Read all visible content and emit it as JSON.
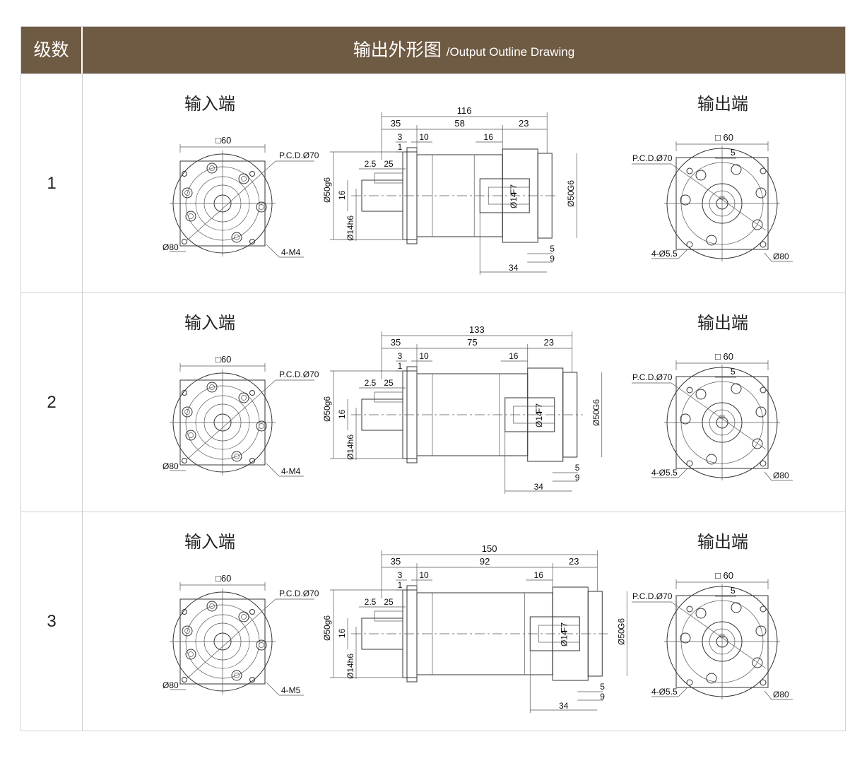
{
  "header": {
    "stage_label": "级数",
    "title_cn": "输出外形图",
    "title_en": "/Output Outline Drawing"
  },
  "rows": [
    {
      "stage": "1",
      "input_label": "输入端",
      "output_label": "输出端",
      "input_dims": {
        "square": "□60",
        "pcd": "P.C.D.Ø70",
        "dia": "Ø80",
        "thread": "4-M4"
      },
      "side_dims": {
        "total": "116",
        "d35": "35",
        "mid": "58",
        "d23": "23",
        "d3": "3",
        "d1": "1",
        "d10": "10",
        "d16": "16",
        "d25": "25",
        "d2_5": "2.5",
        "flange": "Ø50g6",
        "d16v": "16",
        "shaft": "Ø14h6",
        "bore": "Ø14",
        "bore_tol": "F7",
        "spigot": "Ø50",
        "spigot_tol": "G6",
        "d5": "5",
        "d9": "9",
        "d34": "34"
      },
      "output_dims": {
        "square": "□ 60",
        "key": "5",
        "pcd": "P.C.D.Ø70",
        "holes": "4-Ø5.5",
        "dia": "Ø80"
      }
    },
    {
      "stage": "2",
      "input_label": "输入端",
      "output_label": "输出端",
      "input_dims": {
        "square": "□60",
        "pcd": "P.C.D.Ø70",
        "dia": "Ø80",
        "thread": "4-M4"
      },
      "side_dims": {
        "total": "133",
        "d35": "35",
        "mid": "75",
        "d23": "23",
        "d3": "3",
        "d1": "1",
        "d10": "10",
        "d16": "16",
        "d25": "25",
        "d2_5": "2.5",
        "flange": "Ø50g6",
        "d16v": "16",
        "shaft": "Ø14h6",
        "bore": "Ø14",
        "bore_tol": "F7",
        "spigot": "Ø50",
        "spigot_tol": "G6",
        "d5": "5",
        "d9": "9",
        "d34": "34"
      },
      "output_dims": {
        "square": "□ 60",
        "key": "5",
        "pcd": "P.C.D.Ø70",
        "holes": "4-Ø5.5",
        "dia": "Ø80"
      }
    },
    {
      "stage": "3",
      "input_label": "输入端",
      "output_label": "输出端",
      "input_dims": {
        "square": "□60",
        "pcd": "P.C.D.Ø70",
        "dia": "Ø80",
        "thread": "4-M5"
      },
      "side_dims": {
        "total": "150",
        "d35": "35",
        "mid": "92",
        "d23": "23",
        "d3": "3",
        "d1": "1",
        "d10": "10",
        "d16": "16",
        "d25": "25",
        "d2_5": "2.5",
        "flange": "Ø50g6",
        "d16v": "16",
        "shaft": "Ø14h6",
        "bore": "Ø14",
        "bore_tol": "F7",
        "spigot": "Ø50",
        "spigot_tol": "G6",
        "d5": "5",
        "d9": "9",
        "d34": "34"
      },
      "output_dims": {
        "square": "□ 60",
        "key": "5",
        "pcd": "P.C.D.Ø70",
        "holes": "4-Ø5.5",
        "dia": "Ø80"
      }
    }
  ]
}
